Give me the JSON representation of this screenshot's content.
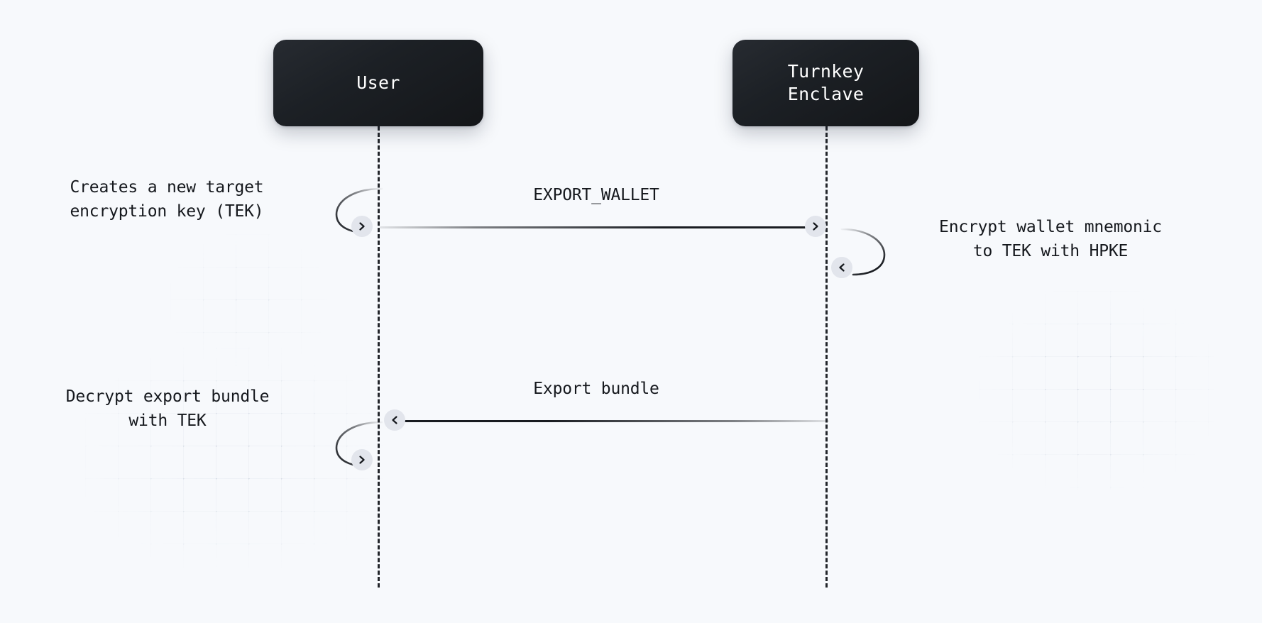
{
  "diagram": {
    "type": "sequence-diagram",
    "background_color": "#f7f9fc",
    "actor_color": "#1c2025",
    "line_color": "#191c21",
    "badge_color": "#e2e5ec",
    "actors": [
      {
        "id": "user",
        "label": "User"
      },
      {
        "id": "enclave",
        "label": "Turnkey\nEnclave"
      }
    ],
    "messages": [
      {
        "id": "msg1",
        "label": "EXPORT_WALLET",
        "from": "user",
        "to": "enclave",
        "direction": "right",
        "arrow_glyph": "chevron-right"
      },
      {
        "id": "msg2",
        "label": "Export bundle",
        "from": "enclave",
        "to": "user",
        "direction": "left",
        "arrow_glyph": "chevron-left"
      }
    ],
    "self_loops": [
      {
        "id": "self1",
        "actor": "user",
        "side": "left",
        "arrow_glyph": "chevron-right"
      },
      {
        "id": "self2",
        "actor": "enclave",
        "side": "right",
        "arrow_glyph": "chevron-left"
      },
      {
        "id": "self3",
        "actor": "user",
        "side": "left",
        "arrow_glyph": "chevron-right"
      }
    ],
    "notes": [
      {
        "id": "note-left-top",
        "text": "Creates a new target\nencryption key (TEK)",
        "side": "left",
        "attached_to": "user"
      },
      {
        "id": "note-right-top",
        "text": "Encrypt wallet mnemonic\nto TEK with HPKE",
        "side": "right",
        "attached_to": "enclave"
      },
      {
        "id": "note-left-bottom",
        "text": "Decrypt export bundle\nwith TEK",
        "side": "left",
        "attached_to": "user"
      }
    ]
  }
}
